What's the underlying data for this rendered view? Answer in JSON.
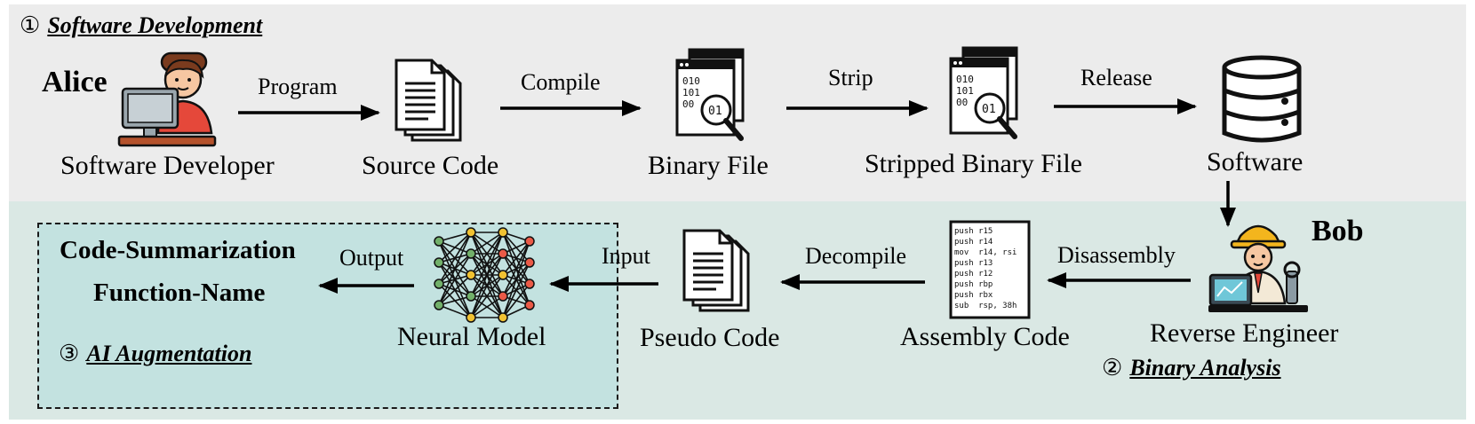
{
  "phases": {
    "software_development": {
      "number": "①",
      "title": "Software Development"
    },
    "binary_analysis": {
      "number": "②",
      "title": "Binary Analysis"
    },
    "ai_augmentation": {
      "number": "③",
      "title": "AI  Augmentation"
    }
  },
  "actors": {
    "alice": {
      "name": "Alice",
      "role": "Software Developer"
    },
    "bob": {
      "name": "Bob",
      "role": "Reverse Engineer"
    }
  },
  "nodes": {
    "source_code": "Source Code",
    "binary_file": "Binary File",
    "stripped_binary_file": "Stripped Binary File",
    "software": "Software",
    "assembly_code": "Assembly Code",
    "pseudo_code": "Pseudo Code",
    "neural_model": "Neural Model"
  },
  "edges": {
    "program": "Program",
    "compile": "Compile",
    "strip": "Strip",
    "release": "Release",
    "disassembly": "Disassembly",
    "decompile": "Decompile",
    "input": "Input",
    "output": "Output"
  },
  "outputs": {
    "code_summarization": "Code-Summarization",
    "function_name": "Function-Name"
  },
  "binary_digits": [
    "010",
    "101",
    "00"
  ],
  "magnifier_digits": "01",
  "assembly_lines": [
    "push r15",
    "push r14",
    "mov  r14, rsi",
    "push r13",
    "push r12",
    "push rbp",
    "push rbx",
    "sub  rsp, 38h"
  ],
  "colors": {
    "top_band": "#ececec",
    "bottom_band": "#dae8e4",
    "ai_box": "#c3e2e0",
    "alice_shirt": "#e5483a",
    "bob_helmet": "#f3b51d",
    "neural_node_red": "#ea5a47",
    "neural_node_yellow": "#f1c232",
    "neural_node_green": "#72b06a"
  }
}
